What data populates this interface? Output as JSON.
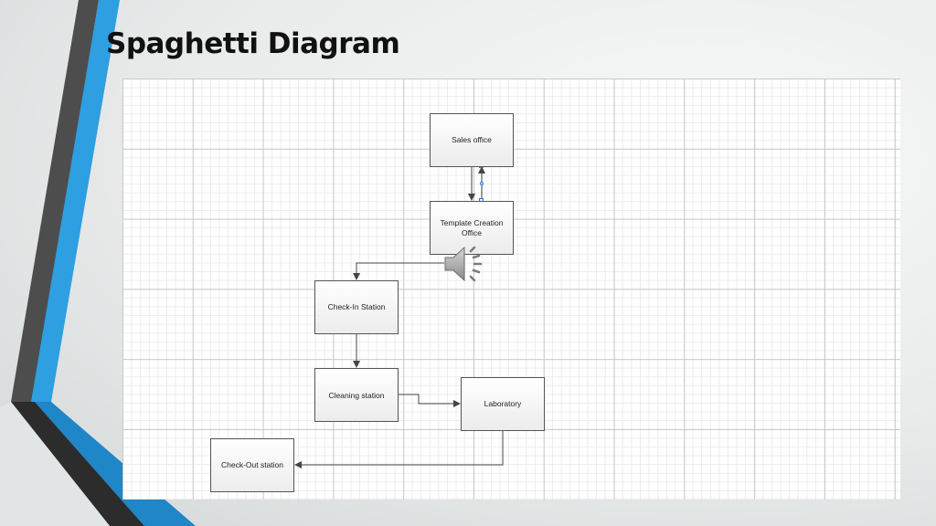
{
  "slide": {
    "title": "Spaghetti Diagram"
  },
  "diagram": {
    "nodes": {
      "sales_office": "Sales office",
      "template_creation_office": [
        "Template Creation",
        "Office"
      ],
      "check_in_station": "Check-In Station",
      "cleaning_station": "Cleaning station",
      "laboratory": "Laboratory",
      "check_out_station": "Check-Out station"
    },
    "edges": [
      {
        "from": "sales_office",
        "to": "template_creation_office"
      },
      {
        "from": "template_creation_office",
        "to": "sales_office"
      },
      {
        "from": "template_creation_office",
        "to": "check_in_station"
      },
      {
        "from": "check_in_station",
        "to": "cleaning_station"
      },
      {
        "from": "cleaning_station",
        "to": "laboratory"
      },
      {
        "from": "laboratory",
        "to": "check_out_station"
      }
    ]
  },
  "icons": {
    "speaker": "speaker-icon"
  },
  "colors": {
    "stripe_dark": "#4a4a4a",
    "stripe_blue": "#2e9fe0",
    "corner_blue": "#1f86c7",
    "connector": "#444444",
    "selection_handle": "#2b7cd3"
  }
}
